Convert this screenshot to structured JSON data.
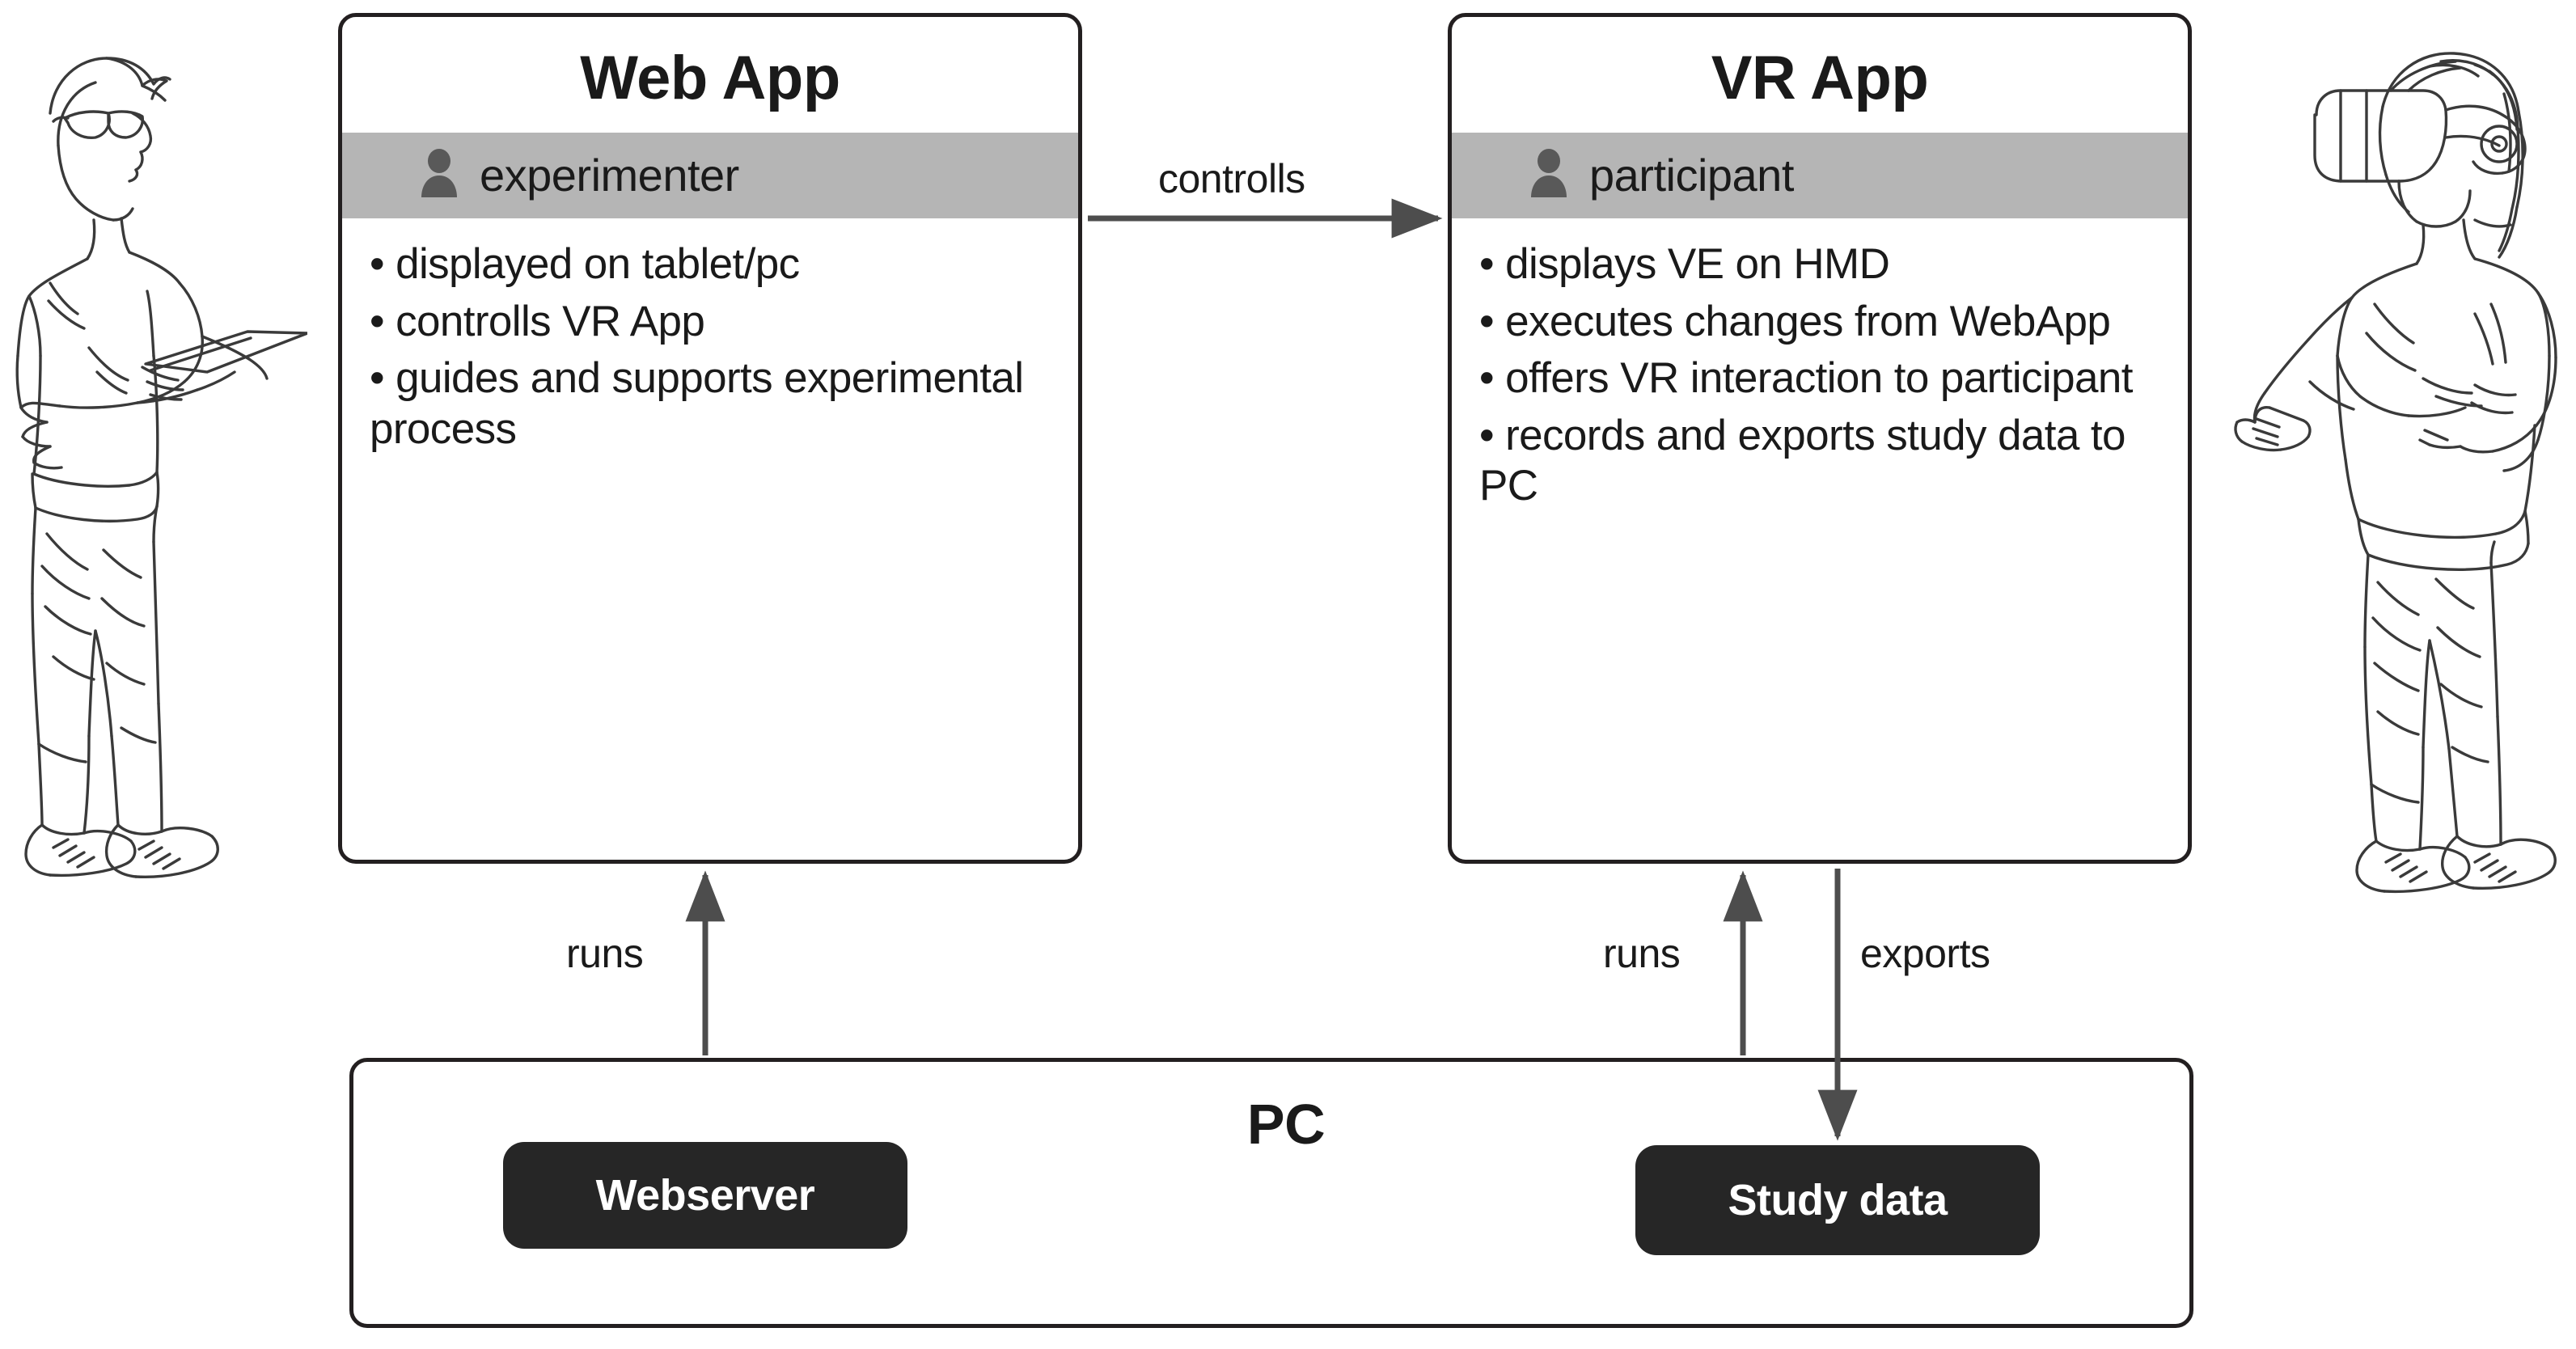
{
  "diagram": {
    "title": "Web App / VR App / PC system architecture",
    "colors": {
      "box_border": "#231f20",
      "role_band": "#b5b5b5",
      "role_icon": "#595959",
      "chip_background": "#262626",
      "chip_text": "#ffffff",
      "arrow": "#4d4d4d",
      "text": "#1a1a1a",
      "background": "#ffffff"
    }
  },
  "web_app": {
    "title": "Web App",
    "role_icon": "person-icon",
    "role": "experimenter",
    "bullets": [
      "• displayed on tablet/pc",
      "• controlls VR App",
      "• guides and supports experimental process"
    ]
  },
  "vr_app": {
    "title": "VR App",
    "role_icon": "person-icon",
    "role": "participant",
    "bullets": [
      "• displays VE on HMD",
      "• executes changes from WebApp",
      "• offers VR interaction to participant",
      "• records and exports study data to PC"
    ]
  },
  "pc": {
    "title": "PC",
    "chips": [
      {
        "label": "Webserver"
      },
      {
        "label": "Study data"
      }
    ]
  },
  "edges": [
    {
      "label": "controlls",
      "from": "web_app",
      "to": "vr_app",
      "direction": "right"
    },
    {
      "label": "runs",
      "from": "pc.webserver",
      "to": "web_app",
      "direction": "up"
    },
    {
      "label": "runs",
      "from": "pc",
      "to": "vr_app",
      "direction": "up"
    },
    {
      "label": "exports",
      "from": "vr_app",
      "to": "pc.study_data",
      "direction": "down"
    }
  ],
  "illustrations": [
    {
      "name": "experimenter-with-tablet-illustration",
      "side": "left"
    },
    {
      "name": "participant-with-hmd-illustration",
      "side": "right"
    }
  ]
}
